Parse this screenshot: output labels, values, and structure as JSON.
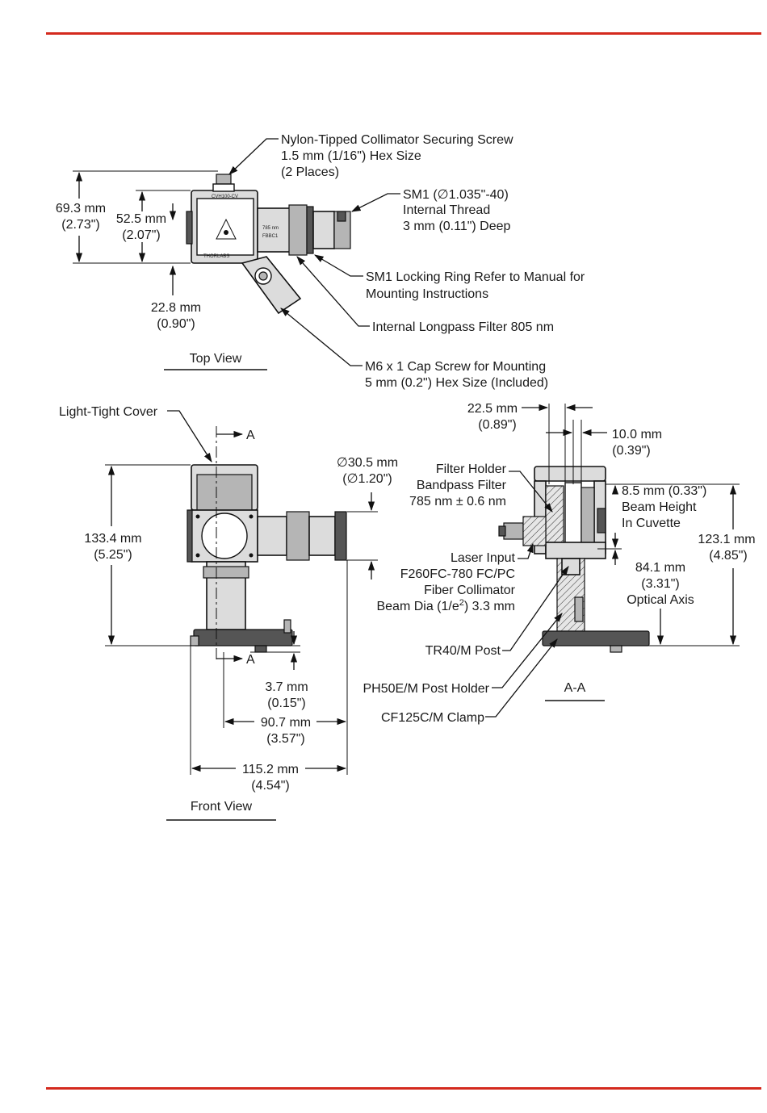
{
  "page": {
    "accent": "#d42a1e"
  },
  "views": {
    "top": "Top View",
    "front": "Front View",
    "section": "A-A"
  },
  "labels": {
    "nylon1": "Nylon-Tipped Collimator Securing Screw",
    "nylon2": "1.5 mm (1/16\") Hex Size",
    "nylon3": "(2 Places)",
    "sm1a": "SM1 (∅1.035\"-40)",
    "sm1b": "Internal Thread",
    "sm1c": "3 mm (0.11\") Deep",
    "ring1": "SM1 Locking Ring Refer to Manual for",
    "ring2": "Mounting Instructions",
    "filter805": "Internal Longpass Filter 805 nm",
    "m6a": "M6 x 1 Cap Screw for Mounting",
    "m6b": "5 mm (0.2\") Hex Size (Included)",
    "cover": "Light-Tight Cover",
    "section_a": "A",
    "fh1": "Filter Holder",
    "fh2": "Bandpass Filter",
    "fh3": "785 nm ± 0.6 nm",
    "li1": "Laser Input",
    "li2": "F260FC-780 FC/PC",
    "li3": "Fiber Collimator",
    "li4": "Beam Dia (1/e",
    "li4sup": "2",
    "li4end": ") 3.3 mm",
    "post": "TR40/M Post",
    "holder": "PH50E/M Post Holder",
    "clamp": "CF125C/M Clamp",
    "bh1": "8.5 mm (0.33\")",
    "bh2": "Beam Height",
    "bh3": "In Cuvette",
    "oa1": "84.1 mm",
    "oa2": "(3.31\")",
    "oa3": "Optical Axis",
    "part_top": "CVH100-CV",
    "brand": "THORLABS",
    "side_text1": "785 nm",
    "side_text2": "FBBC1"
  },
  "dims": {
    "d693a": "69.3 mm",
    "d693b": "(2.73\")",
    "d525a": "52.5 mm",
    "d525b": "(2.07\")",
    "d228a": "22.8 mm",
    "d228b": "(0.90\")",
    "d1334a": "133.4 mm",
    "d1334b": "(5.25\")",
    "d305a": "∅30.5 mm",
    "d305b": "(∅1.20\")",
    "d37a": "3.7 mm",
    "d37b": "(0.15\")",
    "d907a": "90.7 mm",
    "d907b": "(3.57\")",
    "d1152a": "115.2 mm",
    "d1152b": "(4.54\")",
    "d225a": "22.5 mm",
    "d225b": "(0.89\")",
    "d100a": "10.0 mm",
    "d100b": "(0.39\")",
    "d1231a": "123.1 mm",
    "d1231b": "(4.85\")"
  }
}
